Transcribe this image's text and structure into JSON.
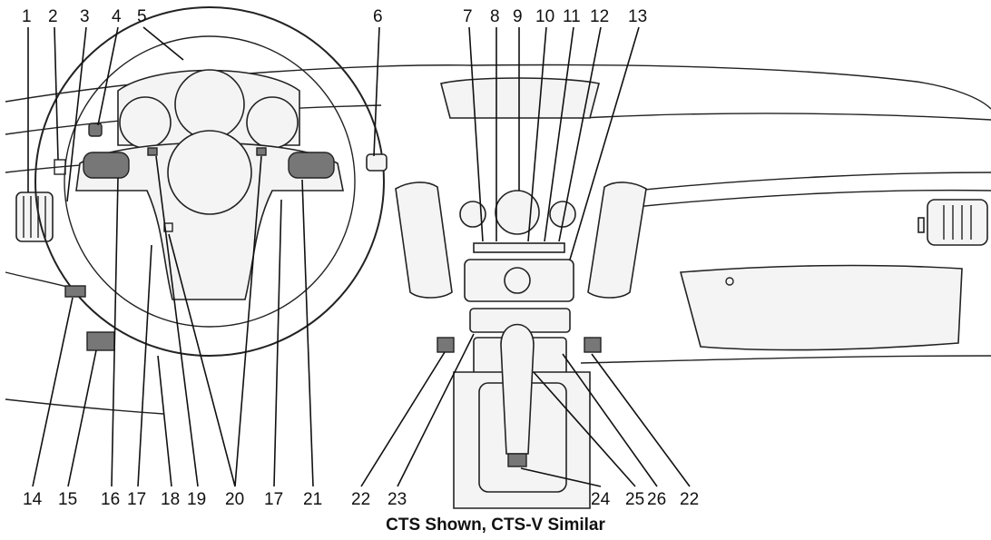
{
  "figure": {
    "caption": "CTS Shown, CTS-V Similar",
    "callouts": [
      {
        "n": "1"
      },
      {
        "n": "2"
      },
      {
        "n": "3"
      },
      {
        "n": "4"
      },
      {
        "n": "5"
      },
      {
        "n": "6"
      },
      {
        "n": "7"
      },
      {
        "n": "8"
      },
      {
        "n": "9"
      },
      {
        "n": "10"
      },
      {
        "n": "11"
      },
      {
        "n": "12"
      },
      {
        "n": "13"
      },
      {
        "n": "14"
      },
      {
        "n": "15"
      },
      {
        "n": "16"
      },
      {
        "n": "17"
      },
      {
        "n": "18"
      },
      {
        "n": "19"
      },
      {
        "n": "20"
      },
      {
        "n": "17"
      },
      {
        "n": "21"
      },
      {
        "n": "22"
      },
      {
        "n": "23"
      },
      {
        "n": "24"
      },
      {
        "n": "25"
      },
      {
        "n": "26"
      },
      {
        "n": "22"
      }
    ]
  }
}
